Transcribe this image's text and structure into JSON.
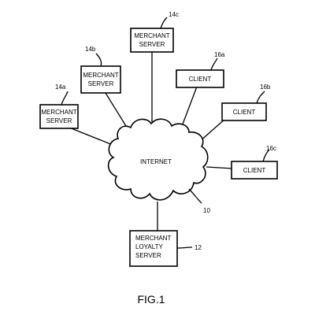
{
  "figure_label": "FIG.1",
  "internet": {
    "label": "INTERNET",
    "ref": "10"
  },
  "merchant_servers": [
    {
      "line1": "MERCHANT",
      "line2": "SERVER",
      "ref": "14a"
    },
    {
      "line1": "MERCHANT",
      "line2": "SERVER",
      "ref": "14b"
    },
    {
      "line1": "MERCHANT",
      "line2": "SERVER",
      "ref": "14c"
    }
  ],
  "clients": [
    {
      "label": "CLIENT",
      "ref": "16a"
    },
    {
      "label": "CLIENT",
      "ref": "16b"
    },
    {
      "label": "CLIENT",
      "ref": "16c"
    }
  ],
  "loyalty_server": {
    "line1": "MERCHANT",
    "line2": "LOYALTY",
    "line3": "SERVER",
    "ref": "12"
  }
}
